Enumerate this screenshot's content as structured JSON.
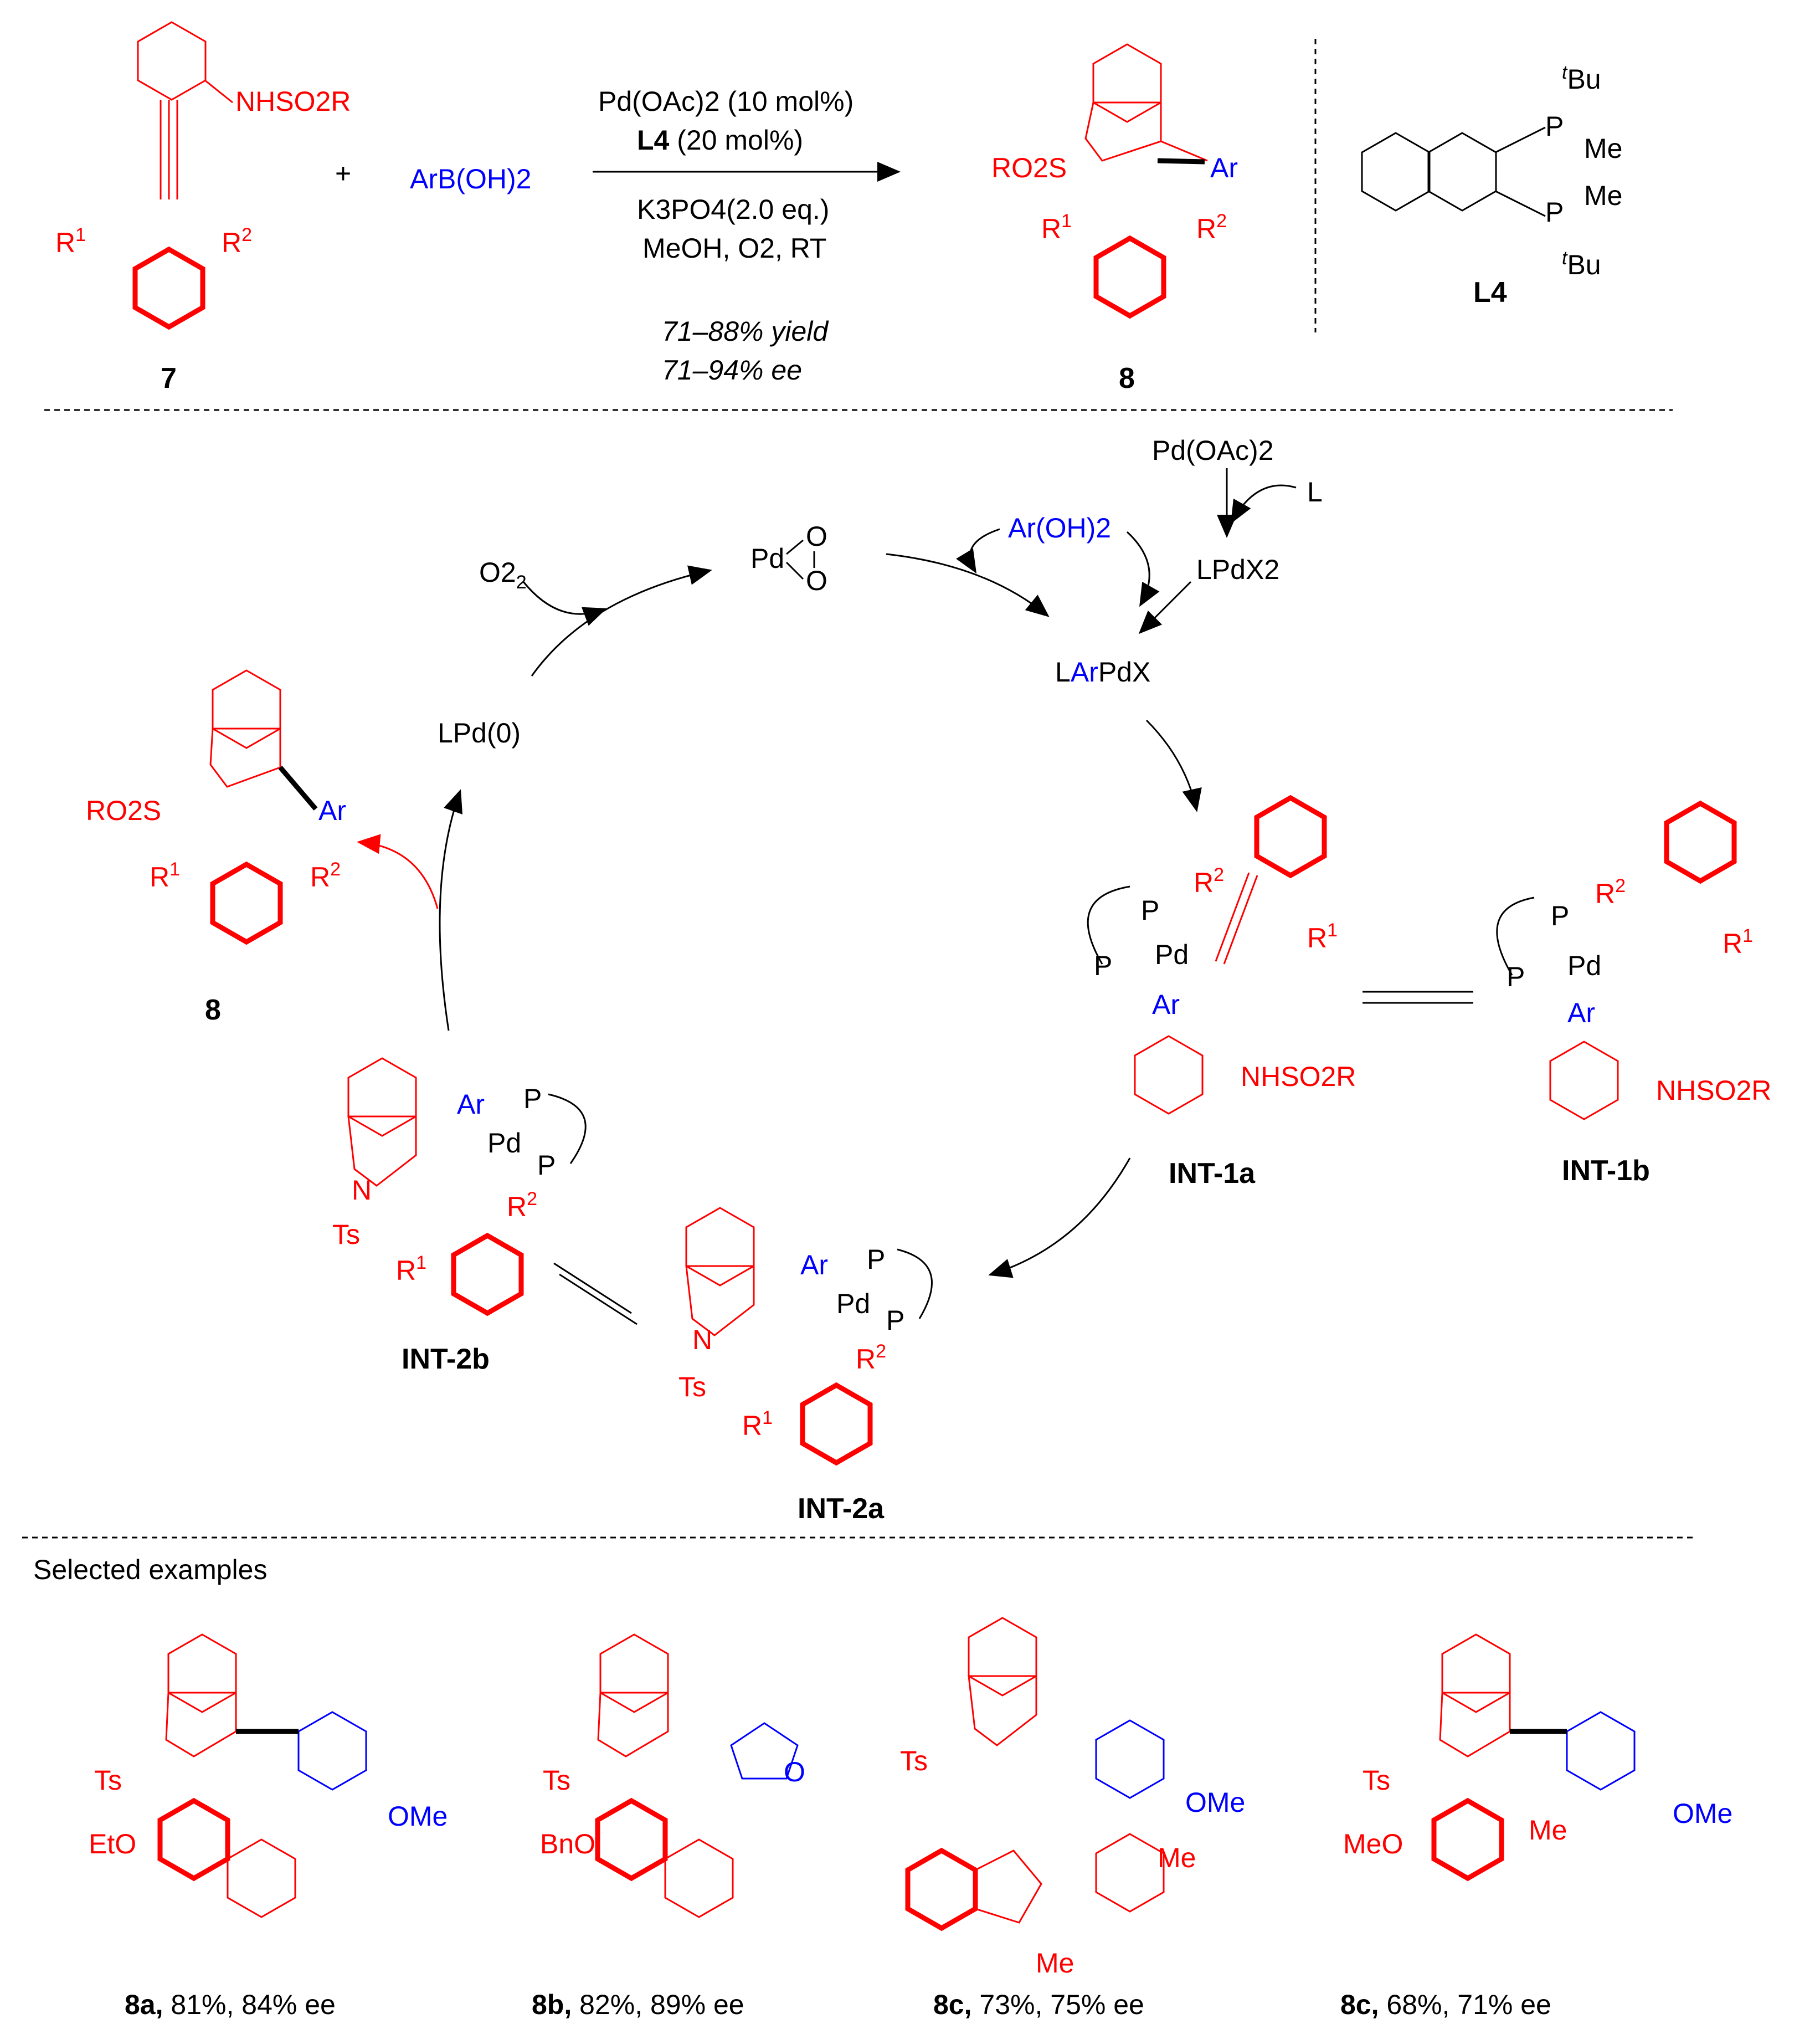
{
  "top": {
    "substrate_group": "NHSO2R",
    "r1": "R",
    "r2": "R",
    "plus": "+",
    "boronic": "ArB(OH)2",
    "cond1": "Pd(OAc)2 (10 mol%)",
    "cond2_bold": "L4",
    "cond2_rest": " (20 mol%)",
    "cond3": "K3PO4(2.0 eq.)",
    "cond4": "MeOH, O2, RT",
    "yield": "71–88% yield",
    "ee": "71–94% ee",
    "label_sm": "7",
    "label_prod": "8",
    "prod_ar": "Ar",
    "prod_ro2s": "RO2S",
    "ligand_tbu": "Bu",
    "ligand_me": "Me",
    "ligand_p": "P",
    "ligand_label": "L4"
  },
  "cycle": {
    "pdoac": "Pd(OAc)2",
    "l": "L",
    "lpdx2": "LPdX2",
    "aroh2": "Ar(OH)2",
    "o2": "O2",
    "pd_peroxo": "Pd",
    "o": "O",
    "larpdx_l": "L",
    "larpdx_ar": "Ar",
    "larpdx_pdx": "PdX",
    "lpd0": "LPd(0)",
    "p": "P",
    "pd": "Pd",
    "ar": "Ar",
    "nhso2r": "NHSO2R",
    "ts": "Ts",
    "n": "N",
    "int1a": "INT-1a",
    "int1b": "INT-1b",
    "int2a": "INT-2a",
    "int2b": "INT-2b",
    "label8": "8"
  },
  "examples": {
    "heading": "Selected examples",
    "items": [
      {
        "id": "8a,",
        "rest": " 81%, 84% ee",
        "sub": "EtO",
        "ar": "OMe"
      },
      {
        "id": "8b,",
        "rest": " 82%, 89% ee",
        "sub": "BnO",
        "ar": "O"
      },
      {
        "id": "8c,",
        "rest": " 73%, 75% ee",
        "sub": "Me",
        "ar": "OMe"
      },
      {
        "id": "8c,",
        "rest": " 68%, 71% ee",
        "sub": "MeO",
        "ar": "OMe"
      }
    ]
  },
  "colors": {
    "substrate": "#ff0000",
    "aryl": "#0000ff",
    "text": "#000000"
  }
}
